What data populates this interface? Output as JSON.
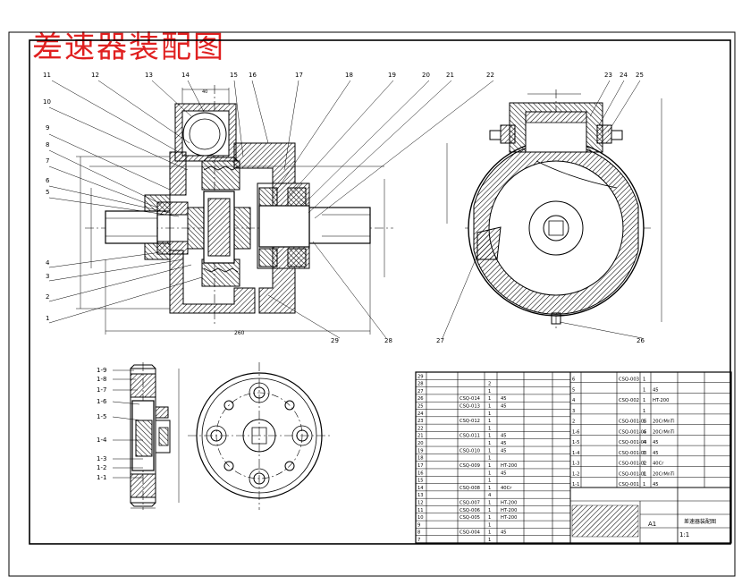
{
  "title": "差速器装配图",
  "colors": {
    "title": "#e02020",
    "line": "#000000",
    "section_hatch": "#000000",
    "paper": "#ffffff"
  },
  "main_view_labels": [
    "11",
    "12",
    "13",
    "14",
    "15",
    "16",
    "17",
    "18",
    "19",
    "20",
    "21",
    "22",
    "10",
    "9",
    "8",
    "7",
    "6",
    "5",
    "4",
    "3",
    "2",
    "1",
    "29",
    "28"
  ],
  "side_view_labels": [
    "23",
    "24",
    "25",
    "27",
    "26"
  ],
  "sub_view_labels": [
    "1-9",
    "1-8",
    "1-7",
    "1-6",
    "1-5",
    "1-4",
    "1-3",
    "1-2",
    "1-1"
  ],
  "bom_rows": [
    {
      "no": "29",
      "name": "",
      "code": "",
      "qty": "",
      "mat": ""
    },
    {
      "no": "28",
      "name": "",
      "code": "",
      "qty": "2",
      "mat": ""
    },
    {
      "no": "27",
      "name": "",
      "code": "",
      "qty": "1",
      "mat": ""
    },
    {
      "no": "26",
      "name": "",
      "code": "CSQ-014",
      "qty": "1",
      "mat": "45"
    },
    {
      "no": "25",
      "name": "",
      "code": "CSQ-013",
      "qty": "1",
      "mat": "45"
    },
    {
      "no": "24",
      "name": "",
      "code": "",
      "qty": "1",
      "mat": ""
    },
    {
      "no": "23",
      "name": "",
      "code": "CSQ-012",
      "qty": "1",
      "mat": ""
    },
    {
      "no": "22",
      "name": "",
      "code": "",
      "qty": "1",
      "mat": ""
    },
    {
      "no": "21",
      "name": "",
      "code": "CSQ-011",
      "qty": "1",
      "mat": "45"
    },
    {
      "no": "20",
      "name": "",
      "code": "",
      "qty": "1",
      "mat": "45"
    },
    {
      "no": "19",
      "name": "",
      "code": "CSQ-010",
      "qty": "1",
      "mat": "45"
    },
    {
      "no": "18",
      "name": "",
      "code": "",
      "qty": "1",
      "mat": ""
    },
    {
      "no": "17",
      "name": "",
      "code": "CSQ-009",
      "qty": "1",
      "mat": "HT-200"
    },
    {
      "no": "16",
      "name": "",
      "code": "",
      "qty": "1",
      "mat": "45"
    },
    {
      "no": "15",
      "name": "",
      "code": "",
      "qty": "1",
      "mat": ""
    },
    {
      "no": "14",
      "name": "",
      "code": "CSQ-008",
      "qty": "1",
      "mat": "40Cr"
    },
    {
      "no": "13",
      "name": "",
      "code": "",
      "qty": "4",
      "mat": ""
    },
    {
      "no": "12",
      "name": "",
      "code": "CSQ-007",
      "qty": "1",
      "mat": "HT-200"
    },
    {
      "no": "11",
      "name": "",
      "code": "CSQ-006",
      "qty": "1",
      "mat": "HT-200"
    },
    {
      "no": "10",
      "name": "",
      "code": "CSQ-005",
      "qty": "1",
      "mat": "HT-200"
    },
    {
      "no": "9",
      "name": "",
      "code": "",
      "qty": "1",
      "mat": ""
    },
    {
      "no": "8",
      "name": "",
      "code": "CSQ-004",
      "qty": "1",
      "mat": "45"
    },
    {
      "no": "7",
      "name": "",
      "code": "",
      "qty": "1",
      "mat": ""
    }
  ],
  "bom_right_rows": [
    {
      "no": "6",
      "code": "CSQ-003",
      "qty": "1",
      "mat": ""
    },
    {
      "no": "5",
      "code": "",
      "qty": "1",
      "mat": "45"
    },
    {
      "no": "4",
      "code": "CSQ-002",
      "qty": "1",
      "mat": "HT-200"
    },
    {
      "no": "3",
      "code": "",
      "qty": "1",
      "mat": ""
    },
    {
      "no": "2",
      "code": "CSQ-001-06",
      "qty": "1",
      "mat": "20CrMnTi"
    },
    {
      "no": "1-6",
      "code": "CSQ-001-05",
      "qty": "4",
      "mat": "20CrMnTi"
    },
    {
      "no": "1-5",
      "code": "CSQ-001-04",
      "qty": "4",
      "mat": "45"
    },
    {
      "no": "1-4",
      "code": "CSQ-001-03",
      "qty": "1",
      "mat": "45"
    },
    {
      "no": "1-3",
      "code": "CSQ-001-02",
      "qty": "1",
      "mat": "40Cr"
    },
    {
      "no": "1-2",
      "code": "CSQ-001-01",
      "qty": "1",
      "mat": "20CrMnTi"
    },
    {
      "no": "1-1",
      "code": "CSQ-001",
      "qty": "1",
      "mat": "45"
    }
  ],
  "title_block": {
    "scale": "1:1",
    "sheet": "A1",
    "drawing_name": "差速器装配图"
  }
}
